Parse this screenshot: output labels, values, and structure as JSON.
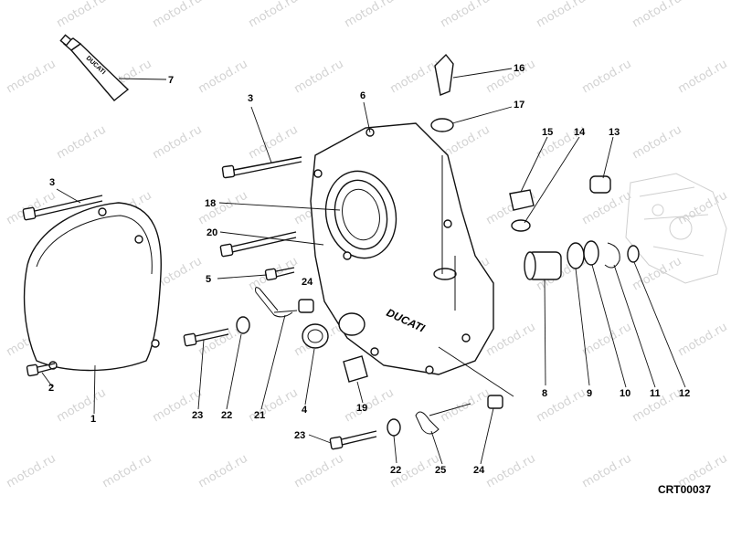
{
  "diagram": {
    "reference_code": "CRT00037",
    "watermark_text": "motod.ru",
    "tube_brand_label": "DUCATI",
    "cover_brand_label": "DUCATI",
    "callouts": [
      "1",
      "2",
      "3",
      "3",
      "4",
      "5",
      "6",
      "7",
      "8",
      "9",
      "10",
      "11",
      "12",
      "13",
      "14",
      "15",
      "16",
      "17",
      "18",
      "19",
      "20",
      "21",
      "22",
      "22",
      "23",
      "23",
      "24",
      "24",
      "25"
    ],
    "colors": {
      "line": "#111111",
      "watermark": "#d3d3d3",
      "background": "#ffffff"
    }
  }
}
